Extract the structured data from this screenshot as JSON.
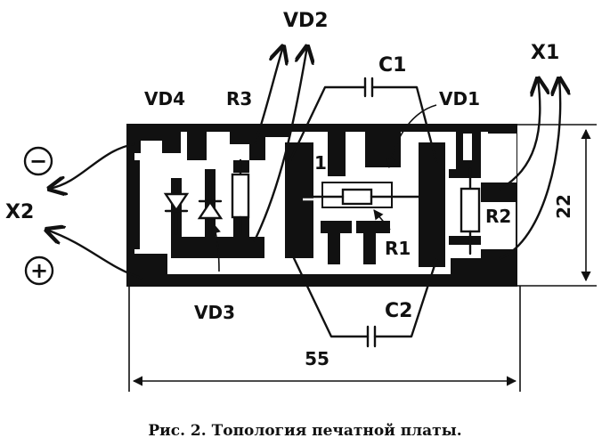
{
  "labels": {
    "vd2": "VD2",
    "c1": "C1",
    "x1": "X1",
    "vd4": "VD4",
    "r3": "R3",
    "vd1": "VD1",
    "x2": "X2",
    "minus": "−",
    "plus": "+",
    "pad1": "1",
    "r2": "R2",
    "r1": "R1",
    "vd3": "VD3",
    "c2": "C2",
    "dim_height": "22",
    "dim_width": "55"
  },
  "caption": "Рис. 2. Топология печатной платы."
}
